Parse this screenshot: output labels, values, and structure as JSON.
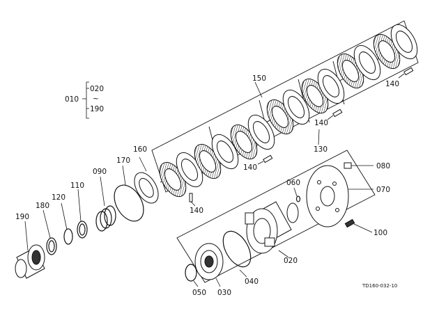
{
  "callouts": {
    "c010": "010",
    "c020": "020",
    "tilde": "~",
    "c190_range": "190",
    "c150": "150",
    "c140_a": "140",
    "c140_b": "140",
    "c140_c": "140",
    "c140_d": "140",
    "c130": "130",
    "c160": "160",
    "c170": "170",
    "c090": "090",
    "c110": "110",
    "c120": "120",
    "c180": "180",
    "c190": "190",
    "c080": "080",
    "c060": "060",
    "c070": "070",
    "c100": "100",
    "c020_b": "020",
    "c040": "040",
    "c050": "050",
    "c030": "030"
  },
  "reference_code": "TD160-032-10"
}
